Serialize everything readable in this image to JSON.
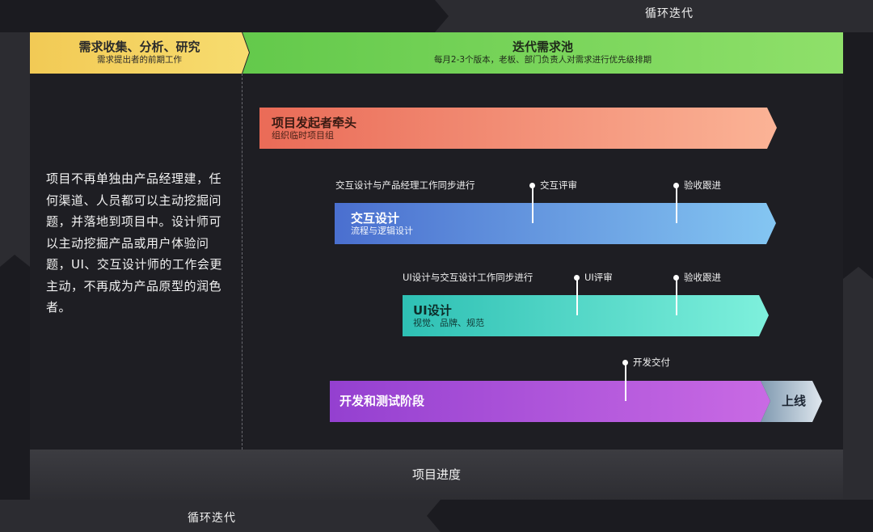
{
  "loop_top_label": "循环迭代",
  "loop_bottom_label": "循环迭代",
  "header": {
    "collect": {
      "title": "需求收集、分析、研究",
      "subtitle": "需求提出者的前期工作"
    },
    "pool": {
      "title": "迭代需求池",
      "subtitle": "每月2-3个版本，老板、部门负责人对需求进行优先级排期"
    }
  },
  "left_description": "项目不再单独由产品经理建，任何渠道、人员都可以主动挖掘问题，并落地到项目中。设计师可以主动挖掘产品或用户体验问题，UI、交互设计师的工作会更主动，不再成为产品原型的润色者。",
  "bars": {
    "initiator": {
      "title": "项目发起者牵头",
      "subtitle": "组织临时项目组"
    },
    "ixd": {
      "title": "交互设计",
      "subtitle": "流程与逻辑设计",
      "note": "交互设计与产品经理工作同步进行"
    },
    "ui": {
      "title": "UI设计",
      "subtitle": "视觉、品牌、规范",
      "note": "UI设计与交互设计工作同步进行"
    },
    "dev": {
      "title": "开发和测试阶段"
    },
    "launch": {
      "title": "上线"
    }
  },
  "milestones": {
    "ixd_review": "交互评审",
    "ixd_accept": "验收跟进",
    "ui_review": "UI评审",
    "ui_accept": "验收跟进",
    "dev_deliver": "开发交付"
  },
  "progress_label": "项目进度",
  "colors": {
    "collect": "#f2ca55",
    "pool": "#63c94b",
    "initiator": "#ea6b57",
    "ixd": "#4a6fcf",
    "ui": "#2ec0b4",
    "dev": "#9440d0",
    "launch": "#dfe7ee"
  }
}
